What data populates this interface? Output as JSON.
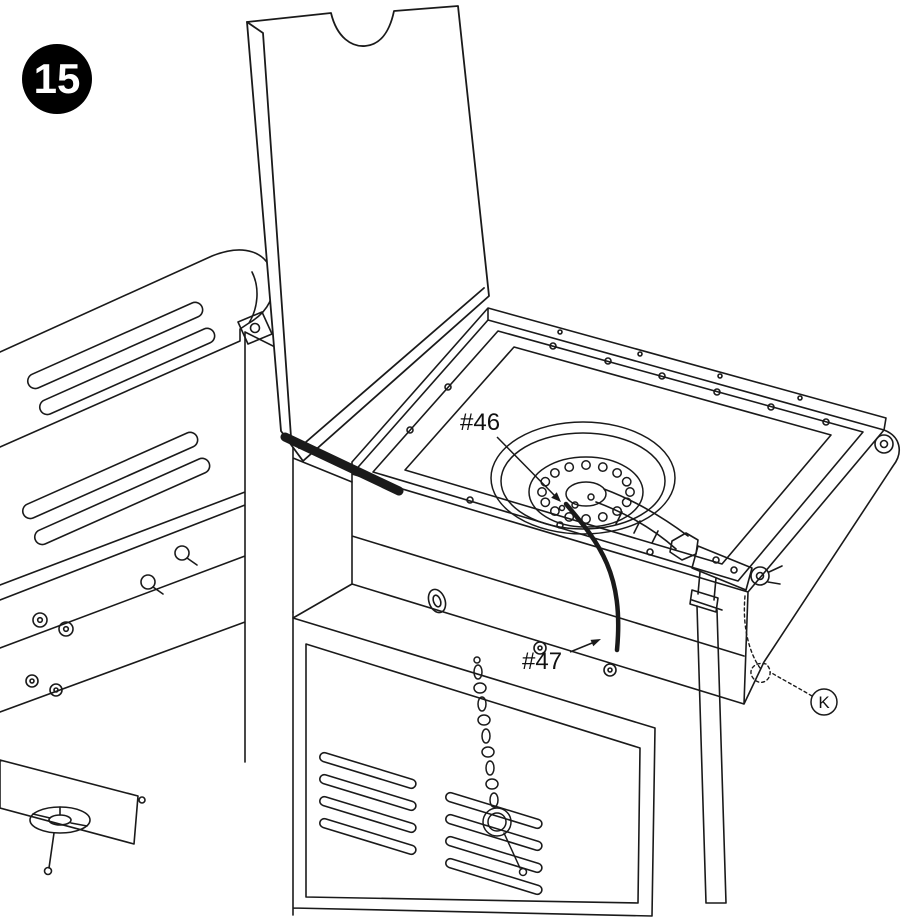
{
  "diagram": {
    "step_number": "15",
    "type": "grill-assembly-step",
    "labels": {
      "part_46": "#46",
      "part_47": "#47",
      "clip_k": "K"
    }
  },
  "colors": {
    "line": "#1a1a1a",
    "badge_fill": "#000000",
    "badge_text": "#ffffff",
    "background": "#ffffff"
  }
}
